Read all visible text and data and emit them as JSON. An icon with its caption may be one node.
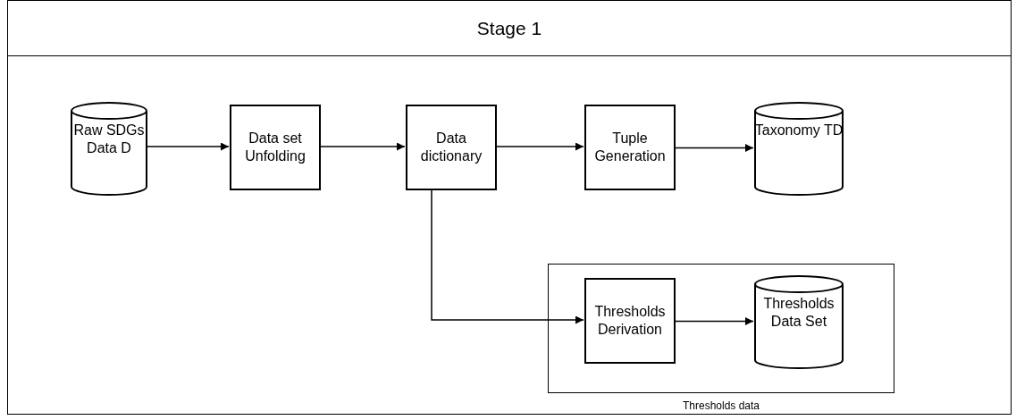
{
  "diagram": {
    "nodes": [
      {
        "text": [
          "Stage 1"
        ]
      },
      {
        "text": [
          "Raw SDGs Data D"
        ],
        "in": 0
      },
      {
        "text": [
          "Data set Unfolding"
        ],
        "in": 0
      },
      {
        "text": [
          "Data dictionary"
        ],
        "in": 0
      },
      {
        "text": [
          "Tuple Generation"
        ],
        "in": 0
      },
      {
        "text": [
          "Taxonomy TD"
        ],
        "in": 0
      },
      {
        "text": [
          "Thresholds data"
        ],
        "in": 0
      },
      {
        "text": [
          "Thresholds Derivation"
        ],
        "in": 6
      },
      {
        "text": [
          "Thresholds Data Set"
        ],
        "in": 6
      }
    ],
    "edges": [
      {
        "from": 1,
        "to": 2,
        "arrow": "to"
      },
      {
        "from": 2,
        "to": 3,
        "arrow": "to"
      },
      {
        "from": 3,
        "to": 4,
        "arrow": "to"
      },
      {
        "from": 4,
        "to": 5,
        "arrow": "to"
      },
      {
        "from": 3,
        "to": 7,
        "arrow": "to"
      },
      {
        "from": 7,
        "to": 8,
        "arrow": "to"
      }
    ]
  }
}
